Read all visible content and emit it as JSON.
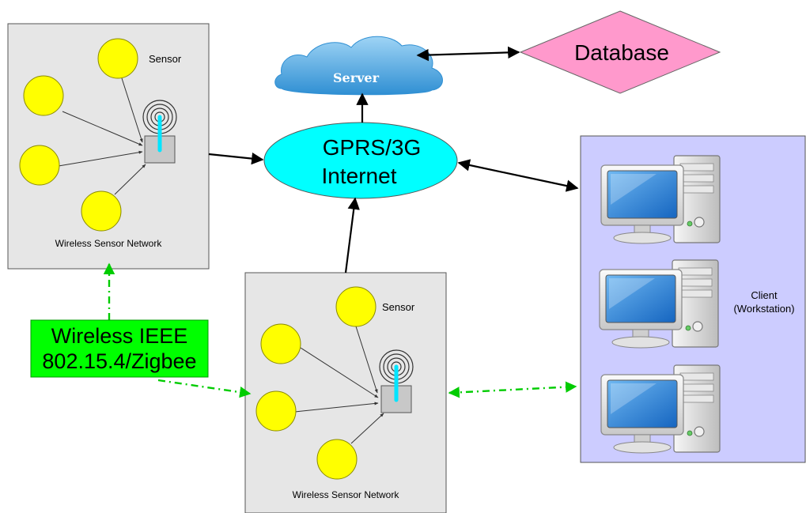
{
  "colors": {
    "panel_fill": "#e6e6e6",
    "panel_stroke": "#555555",
    "sensor_fill": "#ffff00",
    "sensor_stroke": "#8a8a00",
    "internet_fill": "#00ffff",
    "cloud_fill": "#4aa3df",
    "database_fill": "#ff99cc",
    "client_panel_fill": "#ccccff",
    "protocol_fill": "#00ff00",
    "wireless_link": "#00cc00",
    "antenna": "#00e5ff"
  },
  "icons": {
    "sensor": "sensor-node-circle",
    "gateway": "antenna-gateway-icon",
    "server": "cloud-icon",
    "database": "diamond-icon",
    "client": "desktop-computer-icon"
  },
  "labels": {
    "server": "Server",
    "database": "Database",
    "internet_line1": "GPRS/3G",
    "internet_line2": "Internet",
    "sensor_top": "Sensor",
    "wsn_top": "Wireless Sensor Network",
    "sensor_bottom": "Sensor",
    "wsn_bottom": "Wireless Sensor Network",
    "client_line1": "Client",
    "client_line2": "(Workstation)",
    "protocol_line1": "Wireless IEEE",
    "protocol_line2": "802.15.4/Zigbee"
  }
}
